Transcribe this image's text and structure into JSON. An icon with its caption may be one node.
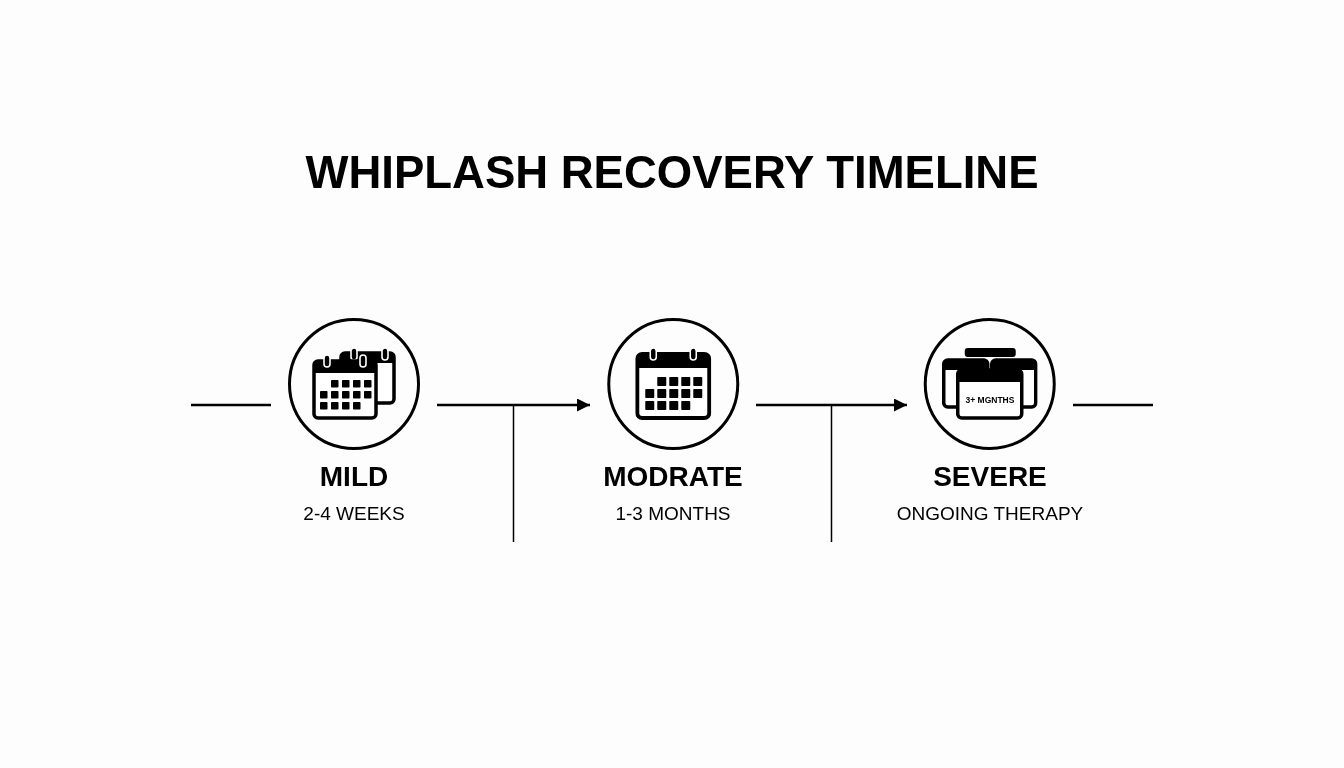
{
  "diagram": {
    "title": "WHIPLASH RECOVERY TIMELINE",
    "nodes": [
      {
        "text": [
          "MILD",
          "2-4 WEEKS"
        ]
      },
      {
        "text": [
          "MODRATE",
          "1-3 MONTHS"
        ]
      },
      {
        "text": [
          "SEVERE",
          "ONGOING THERAPY"
        ]
      }
    ],
    "edges": [
      {
        "from": null,
        "to": 0,
        "arrow": "none"
      },
      {
        "from": 0,
        "to": 1,
        "arrow": "to"
      },
      {
        "from": 1,
        "to": 2,
        "arrow": "to"
      },
      {
        "from": 2,
        "to": null,
        "arrow": "none"
      }
    ],
    "labels": [
      "3+ MGNTHS"
    ]
  }
}
